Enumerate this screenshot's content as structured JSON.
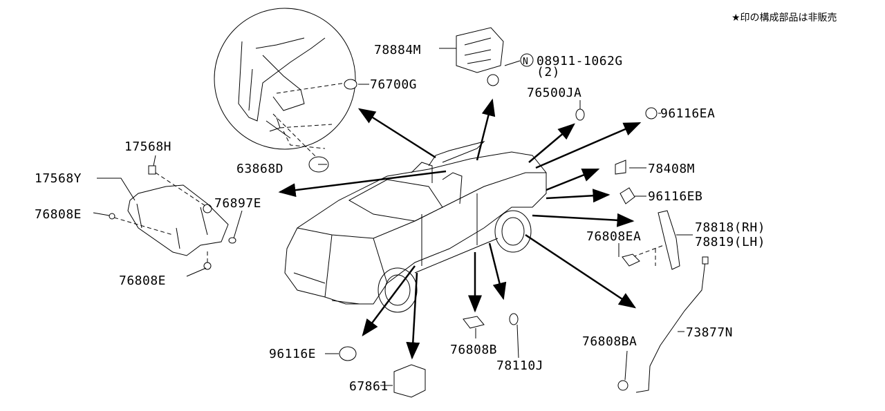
{
  "note": "★印の構成部品は非販売",
  "parts": {
    "p78884M": "78884M",
    "p08911": "08911-1062G",
    "p08911_qty": "(2)",
    "p08911_symbol": "N",
    "p76700G": "76700G",
    "p76500JA": "76500JA",
    "p96116EA": "96116EA",
    "p17568H": "17568H",
    "p63868D": "63868D",
    "p78408M": "78408M",
    "p17568Y": "17568Y",
    "p96116EB": "96116EB",
    "p76897E": "76897E",
    "p76808E_a": "76808E",
    "p78818": "78818(RH)",
    "p78819": "78819(LH)",
    "p76808EA": "76808EA",
    "p76808E_b": "76808E",
    "p73877N": "73877N",
    "p76808BA": "76808BA",
    "p96116E": "96116E",
    "p76808B": "76808B",
    "p78110J": "78110J",
    "p67861": "67861"
  }
}
